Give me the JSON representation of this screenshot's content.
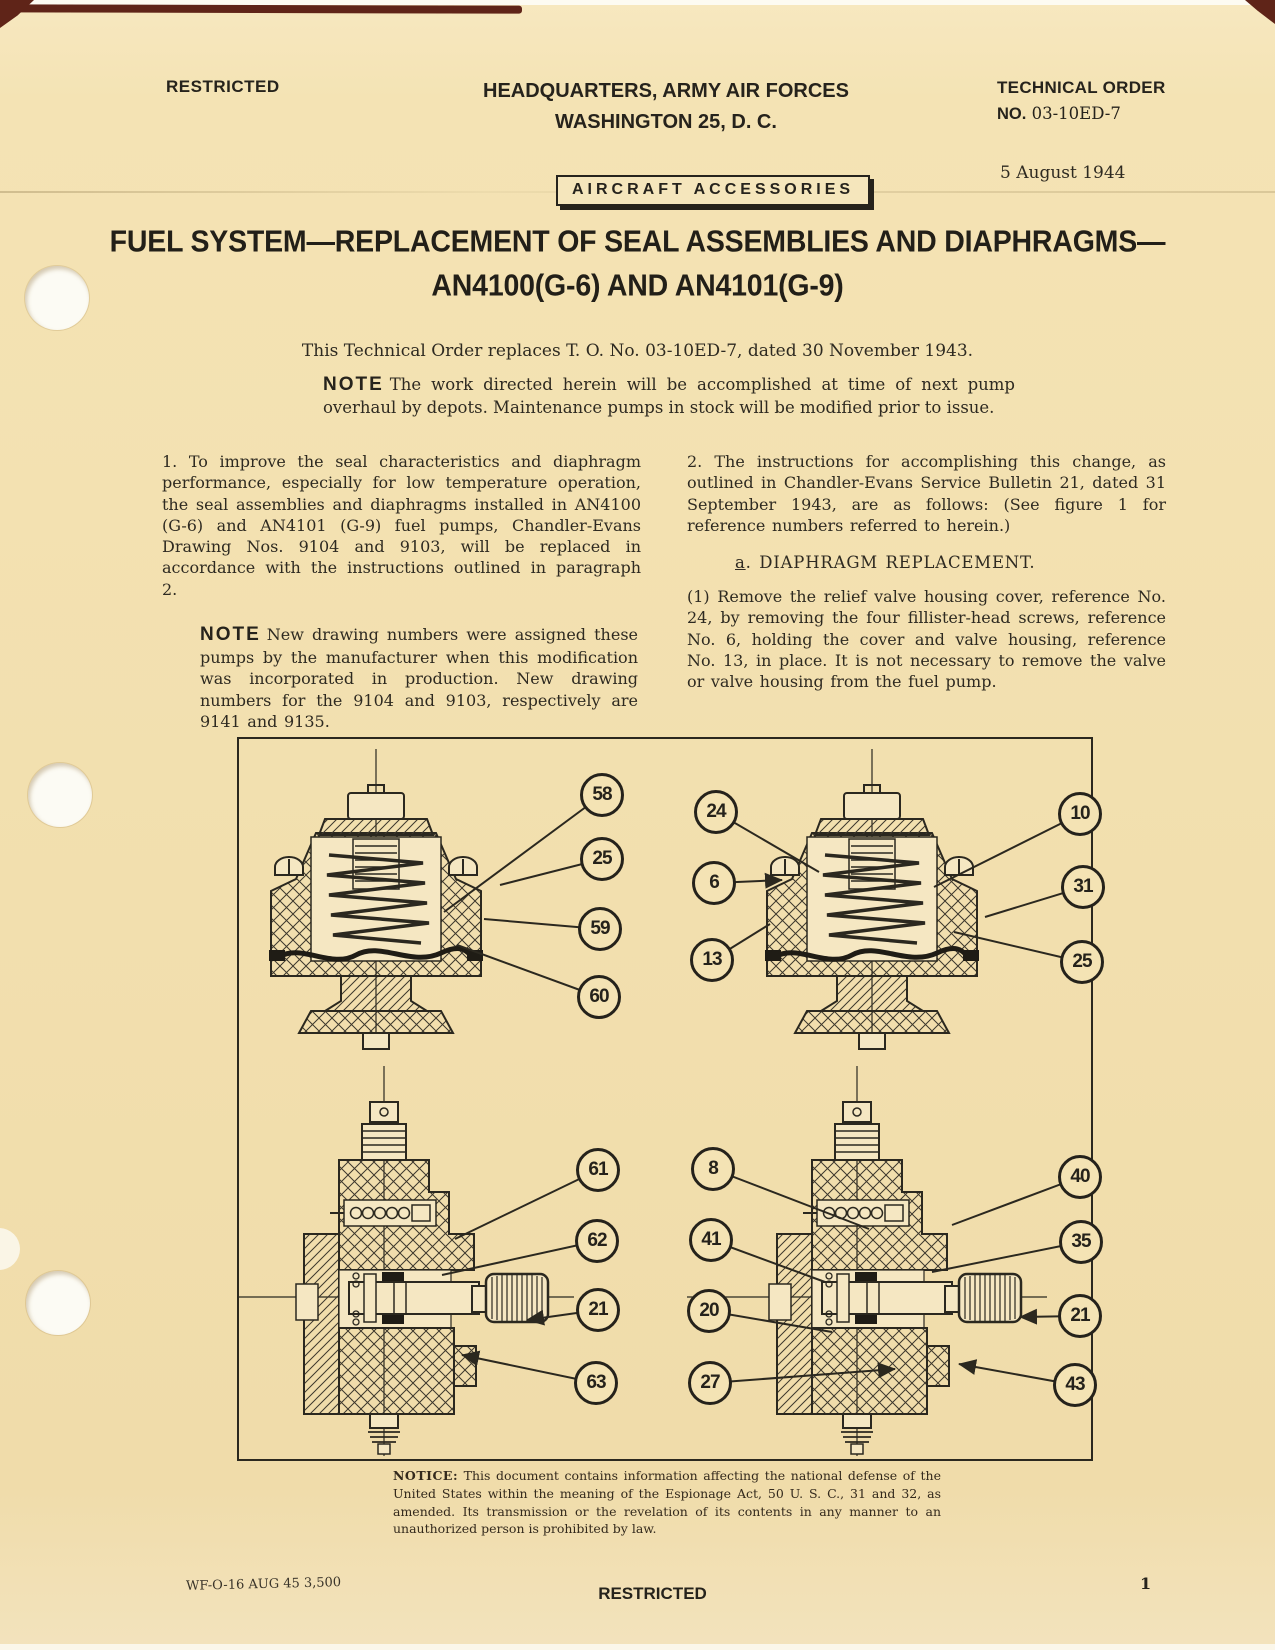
{
  "colors": {
    "paper": "#f2dfae",
    "ink": "#2b281f",
    "binding_tear": "#5f2418"
  },
  "page": {
    "header": {
      "restricted": "RESTRICTED",
      "hq_line1": "HEADQUARTERS, ARMY AIR FORCES",
      "hq_line2": "WASHINGTON 25, D. C.",
      "to_label": "TECHNICAL ORDER",
      "to_no_label": "NO.",
      "to_number": "03-10ED-7",
      "date": "5 August 1944",
      "category_badge": "AIRCRAFT ACCESSORIES"
    },
    "title_line1": "FUEL SYSTEM—REPLACEMENT OF SEAL ASSEMBLIES AND DIAPHRAGMS—",
    "title_line2": "AN4100(G-6) AND AN4101(G-9)",
    "intro": "This Technical Order replaces T. O. No. 03-10ED-7, dated 30 November 1943.",
    "note1": {
      "label": "NOTE",
      "text": "The work directed herein will be accomplished at time of next pump overhaul by depots.  Maintenance pumps in stock will be modified prior to issue."
    },
    "col_left": {
      "para1": "1.  To improve the seal characteristics and diaphragm performance, especially for low temperature operation, the seal assemblies and diaphragms installed in AN4100 (G-6) and AN4101 (G-9) fuel pumps, Chandler-Evans Drawing Nos. 9104 and 9103, will be replaced in accordance with the instructions outlined in paragraph 2.",
      "note2_label": "NOTE",
      "note2_text": "New drawing numbers were assigned these pumps by the manufacturer when this modification was incorporated in production. New drawing numbers for the 9104 and 9103, respectively are 9141 and 9135."
    },
    "col_right": {
      "para2": "2.  The instructions for accomplishing this change, as outlined in Chandler-Evans Service Bulletin 21, dated 31 September 1943, are as follows:  (See figure 1 for reference numbers referred to herein.)",
      "heading_a_letter": "a",
      "heading_a_rest": ".  DIAPHRAGM REPLACEMENT.",
      "para_a1": "(1)  Remove the relief valve housing cover, reference No. 24, by removing the four fillister-head screws, reference No. 6, holding the cover and valve housing, reference No. 13, in place.  It is not necessary to remove the valve or valve housing from the fuel pump."
    },
    "figure": {
      "callouts": {
        "tl": [
          "58",
          "25",
          "59",
          "60"
        ],
        "tr_left": [
          "24",
          "6",
          "13"
        ],
        "tr_right": [
          "10",
          "31",
          "25"
        ],
        "bl": [
          "61",
          "62",
          "21",
          "63"
        ],
        "br_left": [
          "8",
          "41",
          "20",
          "27"
        ],
        "br_right": [
          "40",
          "35",
          "21",
          "43"
        ]
      }
    },
    "notice": {
      "label": "NOTICE:",
      "text": "This document contains information affecting the national defense of the United States within the meaning of the Espionage Act, 50 U. S. C., 31 and 32, as amended. Its transmission or the revelation of its contents in any manner to an unauthorized person is prohibited by law."
    },
    "footer": {
      "imprint": "WF-O-16 AUG 45  3,500",
      "restricted": "RESTRICTED",
      "page_number": "1"
    }
  }
}
